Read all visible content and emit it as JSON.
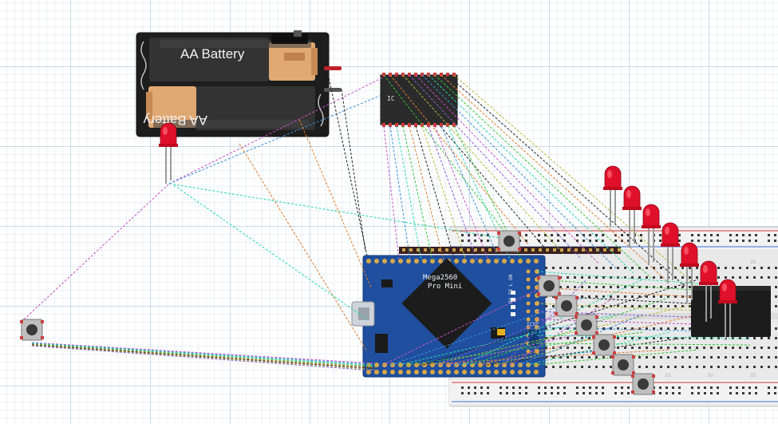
{
  "battery": {
    "label_top": "AA Battery",
    "label_bottom": "AA Battery"
  },
  "ic": {
    "label": "IC"
  },
  "board": {
    "name": "Mega2560",
    "subtitle": "Pro Mini",
    "icsp_label": "ICSP",
    "led_labels": "RX TX L ON"
  },
  "breadboard": {
    "column_numbers": [
      "25",
      "30",
      "35"
    ]
  },
  "colors": {
    "wire_palette": [
      "#c455c4",
      "#3a8fd6",
      "#2bd6b0",
      "#35c43a",
      "#e07a2a",
      "#222222",
      "#b8b83a",
      "#8a5bd6"
    ],
    "led": "#e0102a",
    "board_blue": "#1f4f9e",
    "battery_body": "#2a2a2a"
  },
  "icons": {
    "battery": "aa-battery-pack-icon",
    "led": "red-led-icon",
    "button": "pushbutton-icon",
    "chip": "ic-chip-icon",
    "board": "arduino-mega-pro-mini-icon",
    "breadboard": "breadboard-icon"
  }
}
